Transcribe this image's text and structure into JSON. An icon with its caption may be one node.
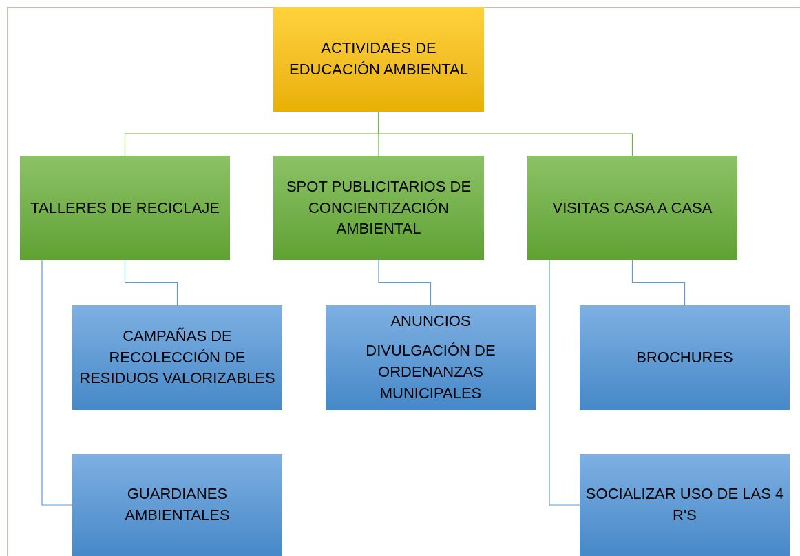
{
  "diagram": {
    "nodes": [
      {
        "text": [
          "ACTIVIDAES DE EDUCACIÓN AMBIENTAL"
        ]
      },
      {
        "text": [
          "TALLERES DE RECICLAJE"
        ]
      },
      {
        "text": [
          "SPOT PUBLICITARIOS DE CONCIENTIZACIÓN AMBIENTAL"
        ]
      },
      {
        "text": [
          "VISITAS CASA A CASA"
        ]
      },
      {
        "text": [
          "CAMPAÑAS DE RECOLECCIÓN DE RESIDUOS VALORIZABLES"
        ]
      },
      {
        "text": [
          "GUARDIANES AMBIENTALES"
        ]
      },
      {
        "text": [
          "ANUNCIOS",
          "DIVULGACIÓN DE ORDENANZAS MUNICIPALES"
        ]
      },
      {
        "text": [
          "BROCHURES"
        ]
      },
      {
        "text": [
          "SOCIALIZAR USO DE LAS 4 R'S"
        ]
      }
    ],
    "edges": [
      {
        "from": 0,
        "to": 1,
        "arrow": "none",
        "color": "#70ad47"
      },
      {
        "from": 0,
        "to": 2,
        "arrow": "none",
        "color": "#70ad47"
      },
      {
        "from": 0,
        "to": 3,
        "arrow": "none",
        "color": "#70ad47"
      },
      {
        "from": 1,
        "to": 4,
        "arrow": "none"
      },
      {
        "from": 1,
        "to": 5,
        "arrow": "none"
      },
      {
        "from": 2,
        "to": 6,
        "arrow": "none"
      },
      {
        "from": 3,
        "to": 7,
        "arrow": "none"
      },
      {
        "from": 3,
        "to": 8,
        "arrow": "none"
      }
    ]
  }
}
